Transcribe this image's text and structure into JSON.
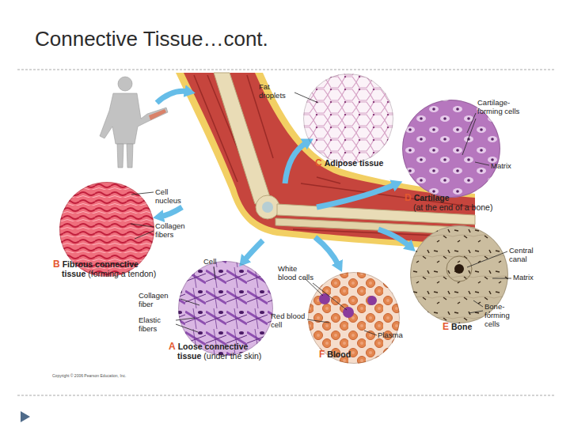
{
  "diagram": {
    "title": "Connective Tissue…cont.",
    "nodes": [
      {
        "text": [
          "C",
          "Adipose tissue"
        ]
      },
      {
        "text": [
          "D",
          "Cartilage",
          "(at the end of a bone)"
        ]
      },
      {
        "text": [
          "B",
          "Fibrous connective tissue",
          "(forming a tendon)"
        ]
      },
      {
        "text": [
          "E",
          "Bone"
        ]
      },
      {
        "text": [
          "A",
          "Loose connective tissue",
          "(under the skin)"
        ]
      },
      {
        "text": [
          "F",
          "Blood"
        ]
      }
    ],
    "labels": [
      "Fat droplets",
      "Cartilage-forming cells",
      "Matrix",
      "Cell nucleus",
      "Collagen fibers",
      "Central canal",
      "Matrix",
      "Bone-forming cells",
      "Cell",
      "Collagen fiber",
      "Elastic fibers",
      "White blood cells",
      "Red blood cell",
      "Plasma",
      "Copyright © 2006 Pearson Education, Inc."
    ]
  }
}
